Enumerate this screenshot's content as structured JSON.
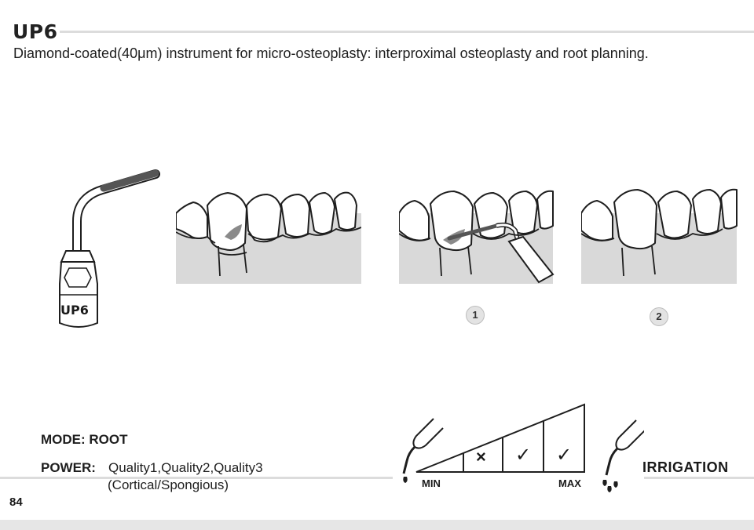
{
  "header": {
    "title": "UP6",
    "description": "Diamond-coated(40μm) instrument for micro-osteoplasty: interproximal osteoplasty and root planning."
  },
  "instrument": {
    "label": "UP6",
    "icon": "ultrasonic-tip-icon"
  },
  "steps": [
    {
      "number": "1"
    },
    {
      "number": "2"
    }
  ],
  "settings": {
    "mode_label": "MODE: ROOT",
    "power_label": "POWER:",
    "power_value": "Quality1,Quality2,Quality3",
    "power_note": "(Cortical/Spongious)"
  },
  "power_scale": {
    "min_label": "MIN",
    "max_label": "MAX",
    "levels": [
      {
        "mark": "none"
      },
      {
        "mark": "×"
      },
      {
        "mark": "✓"
      },
      {
        "mark": "✓"
      }
    ]
  },
  "irrigation": {
    "label": "IRRIGATION"
  },
  "footer": {
    "page_number": "84"
  },
  "colors": {
    "panel_gray": "#d9d9d9",
    "rule_gray": "#dcdcdc",
    "lesion_gray": "#8a8a8a"
  }
}
